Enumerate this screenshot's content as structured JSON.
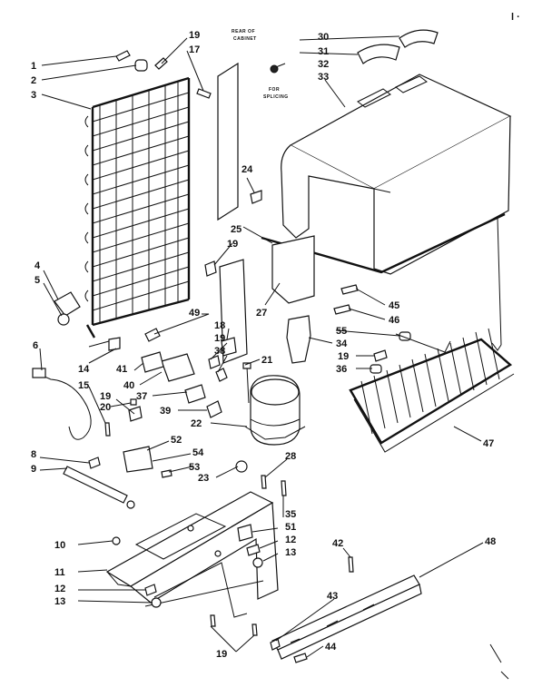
{
  "notes": {
    "top_right_mark": "l ·",
    "rear_note_line1": "REAR OF",
    "rear_note_line2": "CABINET",
    "splicing_line1": "FOR",
    "splicing_line2": "SPLICING"
  },
  "callouts": [
    "1",
    "2",
    "3",
    "4",
    "5",
    "6",
    "8",
    "9",
    "10",
    "11",
    "12",
    "13",
    "14",
    "15",
    "17",
    "18",
    "19",
    "20",
    "21",
    "22",
    "23",
    "24",
    "25",
    "27",
    "28",
    "30",
    "31",
    "32",
    "33",
    "34",
    "35",
    "36",
    "37",
    "38",
    "39",
    "40",
    "41",
    "42",
    "43",
    "44",
    "45",
    "46",
    "47",
    "48",
    "49",
    "51",
    "52",
    "53",
    "54",
    "55"
  ]
}
